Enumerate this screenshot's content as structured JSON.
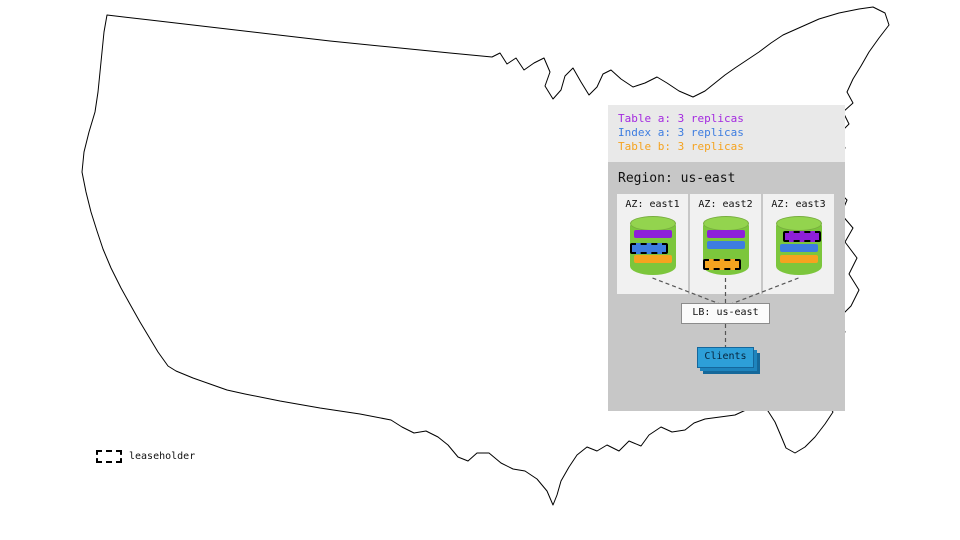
{
  "legend": {
    "items": [
      {
        "label": "Table a: 3 replicas",
        "color": "#a429e0"
      },
      {
        "label": "Index a: 3 replicas",
        "color": "#3d7de0"
      },
      {
        "label": "Table b: 3 replicas",
        "color": "#f5a31f"
      }
    ]
  },
  "region": {
    "label": "Region: us-east",
    "azs": [
      {
        "label": "AZ: east1"
      },
      {
        "label": "AZ: east2"
      },
      {
        "label": "AZ: east3"
      }
    ],
    "lb": {
      "label": "LB: us-east"
    },
    "clients": {
      "label": "Clients"
    }
  },
  "colors": {
    "table_a": "#8d1fd8",
    "index_a": "#3d7de0",
    "table_b": "#f5a31f",
    "cylinder": "#7cc63c",
    "clients_blue": "#2d9fd8"
  },
  "map_key": {
    "leaseholder_label": "leaseholder"
  }
}
